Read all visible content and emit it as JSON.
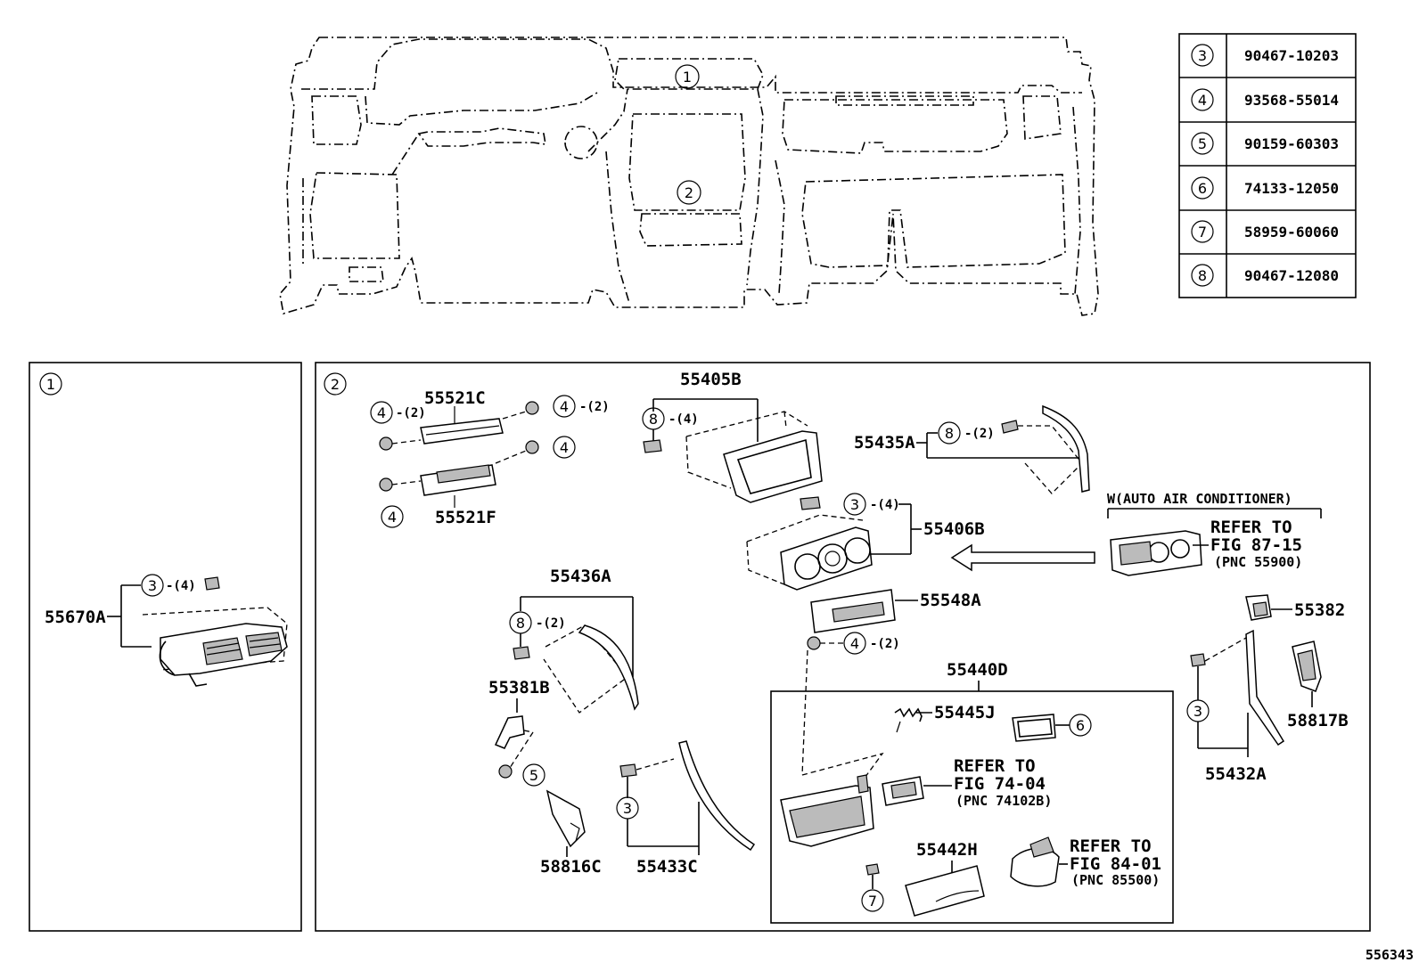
{
  "diagram_id": "556343",
  "part_table": [
    {
      "key": "3",
      "part_no": "90467-10203"
    },
    {
      "key": "4",
      "part_no": "93568-55014"
    },
    {
      "key": "5",
      "part_no": "90159-60303"
    },
    {
      "key": "6",
      "part_no": "74133-12050"
    },
    {
      "key": "7",
      "part_no": "58959-60060"
    },
    {
      "key": "8",
      "part_no": "90467-12080"
    }
  ],
  "overview": {
    "marker1": "1",
    "marker2": "2"
  },
  "panel1": {
    "index": "1",
    "labels": {
      "p55670A": "55670A",
      "c3": "3",
      "qty4": "-(4)"
    }
  },
  "panel2": {
    "index": "2",
    "labels": {
      "p55521C": "55521C",
      "p55521F": "55521F",
      "p55405B": "55405B",
      "p55435A": "55435A",
      "p55406B": "55406B",
      "p55436A": "55436A",
      "p55548A": "55548A",
      "p55381B": "55381B",
      "p55440D": "55440D",
      "p55445J": "55445J",
      "p55442H": "55442H",
      "p55433C": "55433C",
      "p58816C": "58816C",
      "p55382": "55382",
      "p58817B": "58817B",
      "p55432A": "55432A",
      "q2": "-(2)",
      "q4": "-(4)"
    },
    "auto_ac": {
      "header": "W(AUTO AIR CONDITIONER)",
      "ref1": "REFER TO",
      "ref2": "FIG 87-15",
      "ref3": "(PNC 55900)"
    },
    "ref_74": {
      "l1": "REFER TO",
      "l2": "FIG 74-04",
      "l3": "(PNC 74102B)"
    },
    "ref_84": {
      "l1": "REFER TO",
      "l2": "FIG 84-01",
      "l3": "(PNC 85500)"
    }
  }
}
